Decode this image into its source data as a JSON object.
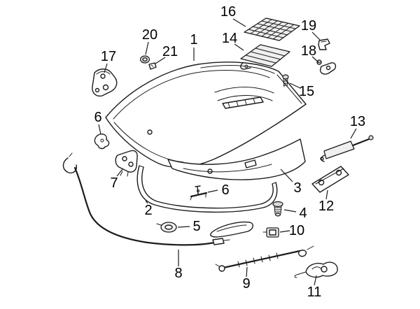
{
  "diagram": {
    "background": "#ffffff",
    "ink": "#1c1c1c",
    "callouts": {
      "c1": "1",
      "c2": "2",
      "c3": "3",
      "c4": "4",
      "c5": "5",
      "c6a": "6",
      "c6b": "6",
      "c7": "7",
      "c8": "8",
      "c9": "9",
      "c10": "10",
      "c11": "11",
      "c12": "12",
      "c13": "13",
      "c14": "14",
      "c15": "15",
      "c16": "16",
      "c17": "17",
      "c18": "18",
      "c19": "19",
      "c20": "20",
      "c21": "21"
    }
  }
}
